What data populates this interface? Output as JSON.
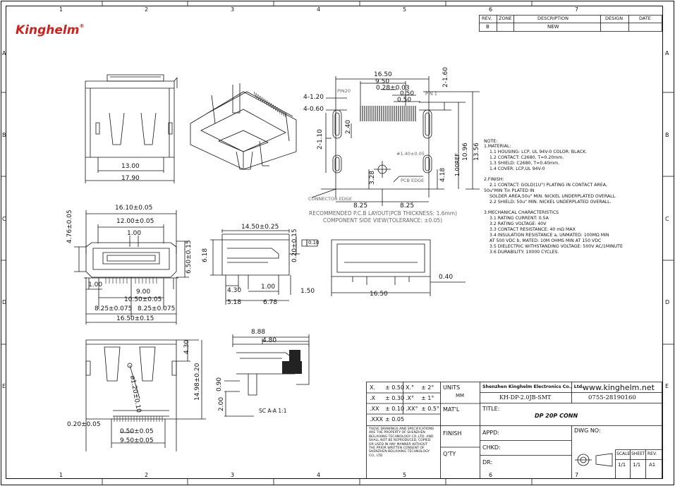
{
  "brand": {
    "logo_text": "Kinghelm",
    "registered_mark": "®"
  },
  "frame": {
    "columns": [
      "1",
      "2",
      "3",
      "4",
      "5",
      "6",
      "7"
    ],
    "rows": [
      "A",
      "B",
      "C",
      "D",
      "E"
    ]
  },
  "revision_table": {
    "headers": [
      "REV.",
      "ZONE",
      "DESCRIPTION",
      "DESIGN",
      "DATE"
    ],
    "row": {
      "rev": "B",
      "zone": "",
      "description": "NEW",
      "design": "",
      "date": ""
    }
  },
  "top_view_dims": {
    "w1": "13.00",
    "w2": "17.90"
  },
  "pcb_layout": {
    "d_16_50": "16.50",
    "d_9_50": "9.50",
    "d_0_28": "0.28±0.03",
    "d_0_50a": "0.50",
    "d_0_50b": "0.50",
    "pin20": "PIN20",
    "pin1": "PIN 1",
    "d_4_1_20": "4-1.20",
    "d_4_0_60": "4-0.60",
    "d_2_1_60": "2-1.60",
    "d_2_40": "2.40",
    "d_2_1_10": "2-1.10",
    "d_10_96": "10.96",
    "d_13_56": "13.56",
    "d_1_40": "#1.40±0.05",
    "d_1_00ref": "1.00REF",
    "d_3_28": "3.28",
    "d_4_18": "4.18",
    "pcb_edge": "PCB EDGE",
    "connector_edge": "CONNECTOR EDGE",
    "d_8_25a": "8.25",
    "d_8_25b": "8.25",
    "caption1": "RECOMMENDED P.C.B LAYOUT(PCB THICKNESS: 1.6mm)",
    "caption2": "COMPONENT SIDE VIEW(TOLERANCE: ±0.05)"
  },
  "front_view": {
    "d_16_10": "16.10±0.05",
    "d_12_00": "12.00±0.05",
    "d_1_00": "1.00",
    "d_4_76": "4.76±0.05",
    "d_6_50": "6.50±0.15",
    "d_1_00b": "1.00",
    "d_9_00": "9.00",
    "d_10_50": "10.50±0.05",
    "d_8_25l": "8.25±0.075",
    "d_8_25r": "8.25±0.075",
    "d_16_50": "16.50±0.15"
  },
  "side_view": {
    "d_14_50": "14.50±0.25",
    "d_6_18": "6.18",
    "d_0_20": "0.20±0.15",
    "flat": "0.10",
    "d_4_30": "4.30",
    "d_1_00": "1.00",
    "d_1_50": "1.50",
    "d_5_18": "5.18",
    "d_6_78": "6.78"
  },
  "rear_view": {
    "d_0_40": "0.40",
    "d_16_50": "16.50"
  },
  "bottom_view": {
    "d_4_30": "4.30",
    "d_14_98": "14.98±0.20",
    "d_1_20": "ø1.20±0.10",
    "d_0_20": "0.20±0.05",
    "d_0_50": "0.50±0.05",
    "d_9_50": "9.50±0.05"
  },
  "section_view": {
    "d_8_88": "8.88",
    "d_4_80": "4.80",
    "d_0_90": "0.90",
    "d_2_00": "2.00",
    "label": "SC A-A 1:1"
  },
  "notes": {
    "title": "NOTE:",
    "lines": [
      "1.MATERIAL:",
      "1.1  HOUSING: LCP, UL 94V-0 COLOR: BLACK.",
      "1.2  CONTACT: C2680, T=0.20mm.",
      "1.3  SHIELD: C2680, T=0.40mm.",
      "1.4  COVER: LCP,UL 94V-0",
      "2.FINISH:",
      "2.1  CONTACT: GOLD(1U\") PLATING IN CONTACT AREA,",
      "50u\"MIN Tin PLATED IN",
      "SOLDER AREA,50u\" MIN. NICKEL UNDERPLATED OVERALL.",
      "2.2  SHIELD: 50u\" MIN. NICKEL UNDERPLATED OVERALL.",
      "3.MECHANICAL CHARACTERISTICS",
      "3.1  RATING CURRENT: 0.5A",
      "3.2  RATING VOLTAGE: 40V",
      "3.3  CONTACT RESISTANCE: 40 mΩ MAX",
      "3.4  INSULATION RESISTANCE a, UNMATED: 100MΩ MIN",
      "AT 500 VDC  b, MATED:     10M OHMS MIN AT 150 VDC",
      "3.5  DIELECTRIC WITHSTANDING VOLTAGE: 500V AC/1MINUTE",
      "3.6  DURABILITY: 10000 CYCLES."
    ]
  },
  "title_block": {
    "tol": [
      {
        "a": "X.",
        "b": "± 0.50",
        "c": "X.°",
        "d": "± 2°"
      },
      {
        "a": ".X",
        "b": "± 0.30",
        "c": ".X°",
        "d": "± 1°"
      },
      {
        "a": ".XX",
        "b": "± 0.10",
        "c": ".XX°",
        "d": "± 0.5°"
      },
      {
        "a": ".XXX",
        "b": "± 0.05",
        "c": "",
        "d": ""
      }
    ],
    "units_label": "UNITS",
    "units_value": "MM",
    "matl_label": "MAT'L",
    "copyright": [
      "THESE DRAWINGS AND SPECIFICATIONS",
      "ARE THE PROPERTY OF SHENZHEN",
      "BEILAIXING TECHNOLOGY CO.,LTD. AND",
      "SHALL NOT BE REPRODUCED, COPIED",
      "OR USED IN ANY MANNER WITHOUT",
      "THE PRIOR WRITTEN CONSENT OF",
      "SHENZHEN BEILAIXING TECHNOLOGY",
      "CO., LTD"
    ],
    "finish_label": "FINISH",
    "qty_label": "Q'TY",
    "company": "Shenzhen Kinghelm Electronics Co., Ltd.",
    "website": "www.kinghelm.net",
    "part_no": "KH-DP-2.0JB-SMT",
    "phone": "0755-28190160",
    "title_label": "TITLE:",
    "title_value": "DP 20P CONN",
    "appd_label": "APPD:",
    "chkd_label": "CHKD:",
    "dr_label": "DR:",
    "dwg_label": "DWG NO:",
    "scale_label": "SCALE",
    "sheet_label": "SHEET",
    "rev_label": "REV.",
    "scale_value": "1/1",
    "sheet_value": "1/1",
    "rev_value": "A1"
  }
}
